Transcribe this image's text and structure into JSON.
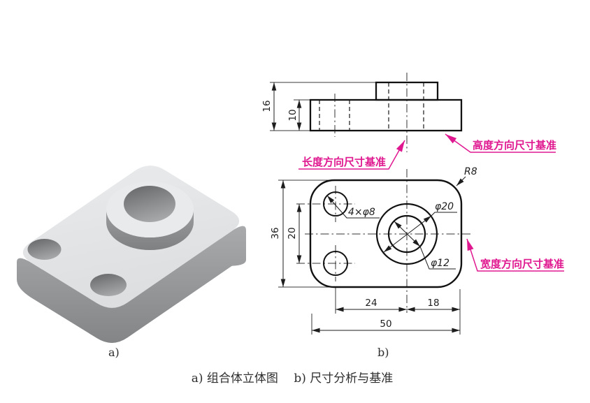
{
  "figure": {
    "label_a": "a)",
    "label_b": "b)",
    "caption": "a) 组合体立体图　 b) 尺寸分析与基准"
  },
  "front_view": {
    "dim_total_height": "16",
    "dim_base_height": "10"
  },
  "top_view": {
    "dim_width": "36",
    "dim_hole_spacing": "20",
    "dim_hole_offset": "24",
    "dim_boss_offset": "18",
    "dim_length": "50",
    "corner_radius": "R8",
    "small_holes_label": "4×φ8",
    "boss_diameter": "φ20",
    "center_hole_diameter": "φ12"
  },
  "datums": {
    "length": "长度方向尺寸基准",
    "height": "高度方向尺寸基准",
    "width": "宽度方向尺寸基准"
  },
  "colors": {
    "annotation": "#e01890",
    "line": "#1d1d1d"
  }
}
